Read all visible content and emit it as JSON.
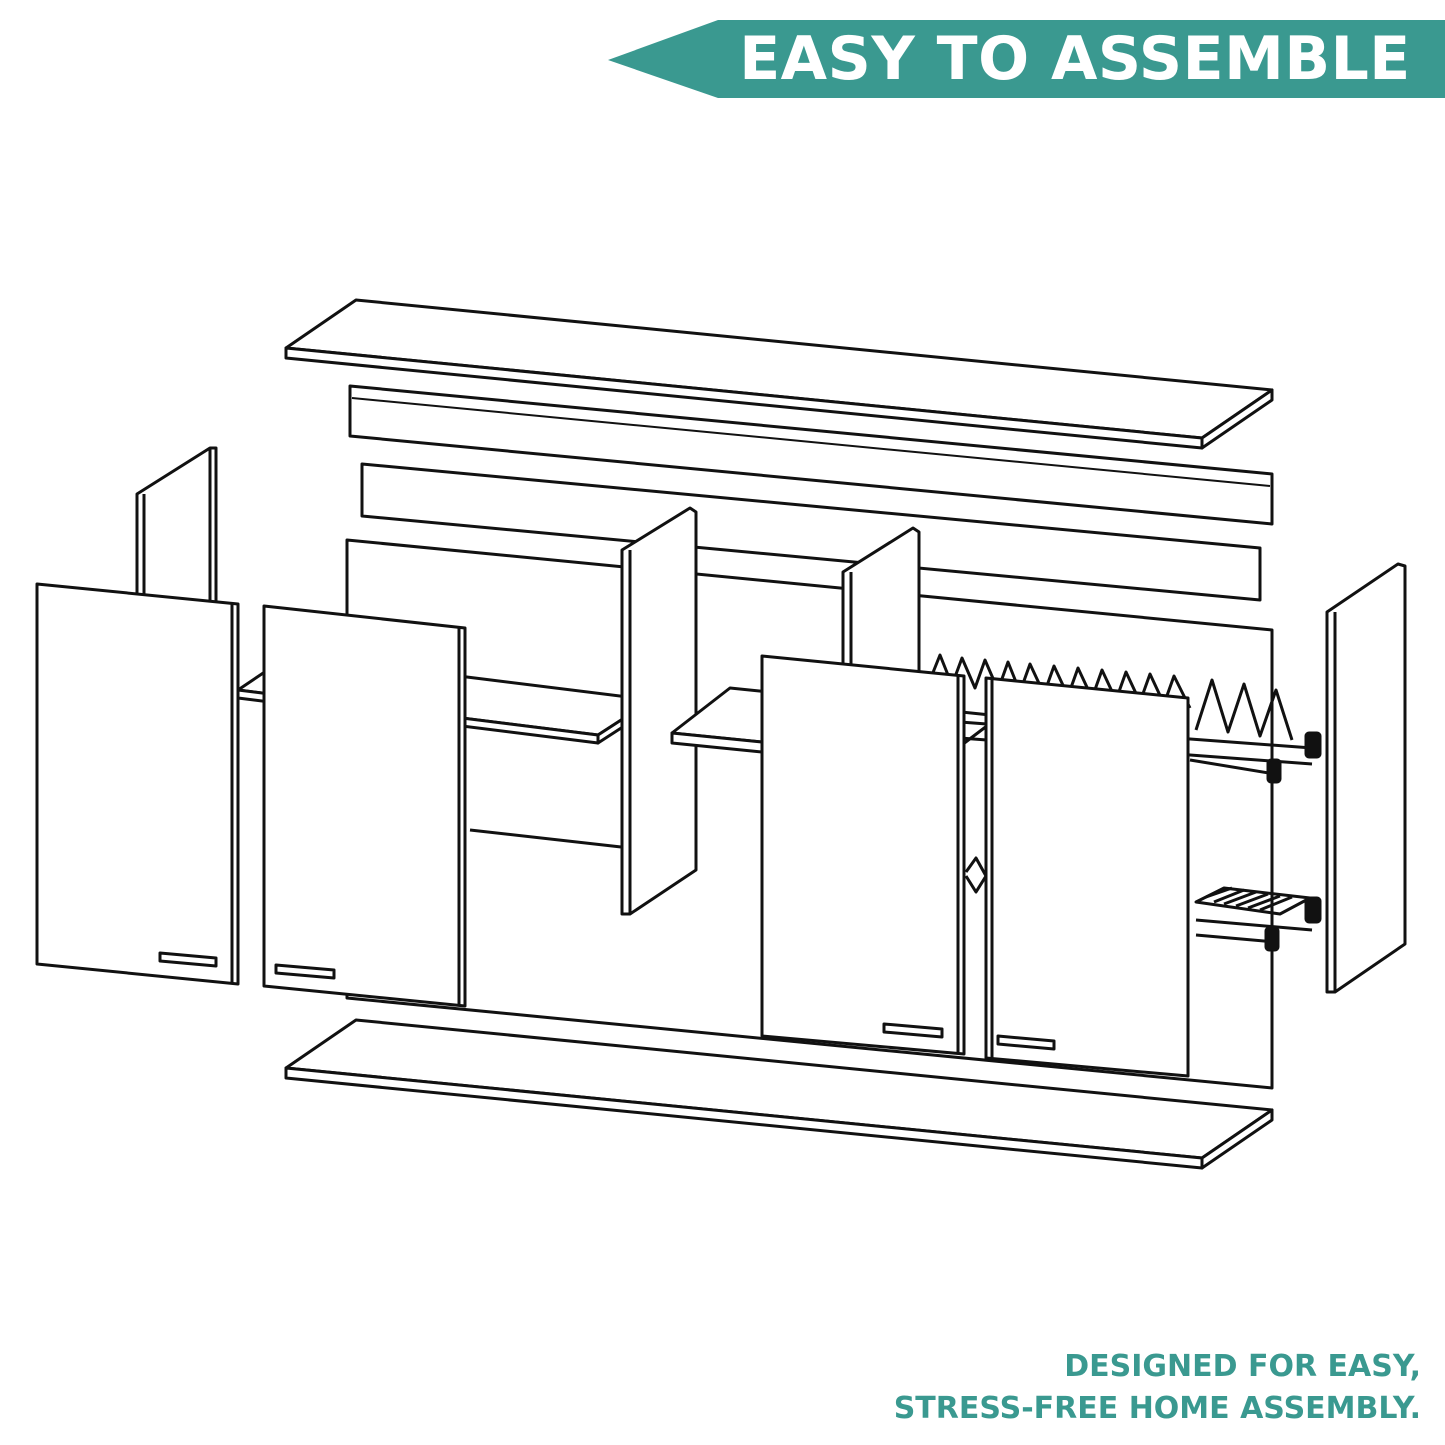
{
  "banner": {
    "title": "EASY TO ASSEMBLE",
    "color": "#3a9990"
  },
  "caption": {
    "line1": "DESIGNED FOR EASY,",
    "line2": "STRESS-FREE HOME ASSEMBLY.",
    "color": "#3a9990"
  },
  "diagram": {
    "subject": "exploded view of sideboard cabinet",
    "parts": [
      "top-panel",
      "back-rails",
      "back-panel",
      "side-panels",
      "dividers",
      "shelves",
      "doors",
      "door-handles",
      "glass-rack",
      "plate-rack",
      "bottom-panel"
    ]
  }
}
